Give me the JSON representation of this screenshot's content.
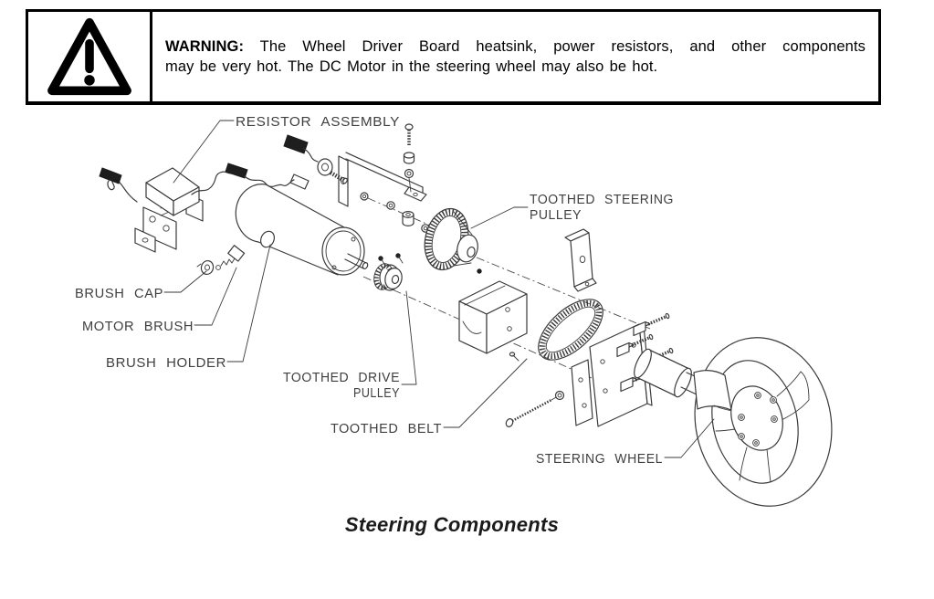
{
  "warning_box": {
    "icon": "warning-triangle",
    "title": "WARNING:",
    "line1_rest": " The Wheel Driver Board heatsink, power resistors, and other components",
    "line2": "may be very hot. The DC Motor in the steering wheel may also be hot."
  },
  "figure": {
    "caption": "Steering Components",
    "labels": {
      "resistor_assembly": "RESISTOR ASSEMBLY",
      "toothed_steering_pulley_line1": "TOOTHED STEERING",
      "toothed_steering_pulley_line2": "PULLEY",
      "brush_cap": "BRUSH CAP",
      "motor_brush": "MOTOR BRUSH",
      "brush_holder": "BRUSH HOLDER",
      "toothed_drive_pulley_line1": "TOOTHED DRIVE",
      "toothed_drive_pulley_line2": "PULLEY",
      "toothed_belt": "TOOTHED BELT",
      "steering_wheel": "STEERING WHEEL"
    }
  },
  "colors": {
    "ink": "#000000",
    "line_art": "#3a3a3a",
    "label_text": "#3f3f3f"
  }
}
